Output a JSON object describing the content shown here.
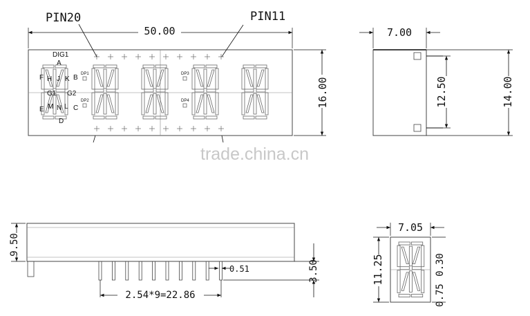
{
  "callouts": {
    "pin20": "PIN20",
    "pin11": "PIN11"
  },
  "dimensions": {
    "front_width": "50.00",
    "front_height": "16.00",
    "side_width": "7.00",
    "side_pin_span": "12.50",
    "side_total_height": "14.00",
    "bottom_height": "9.50",
    "pin_pitch": "2.54*9=22.86",
    "pin_diameter": "0.51",
    "pin_length": "3.50",
    "digit_width": "7.05",
    "digit_height": "11.25",
    "segment_width": "0.30",
    "segment_gap": "0.75"
  },
  "segment_labels": {
    "dig": "DIG1",
    "a": "A",
    "b": "B",
    "c": "C",
    "d": "D",
    "e": "E",
    "f": "F",
    "g1": "G1",
    "g2": "G2",
    "h": "H",
    "j": "J",
    "k": "K",
    "l": "L",
    "m": "M",
    "n": "N"
  },
  "dp_labels": {
    "dp1": "DP1",
    "dp2": "DP2",
    "dp3": "DP3",
    "dp4": "DP4"
  },
  "watermark": "trade.china.cn"
}
